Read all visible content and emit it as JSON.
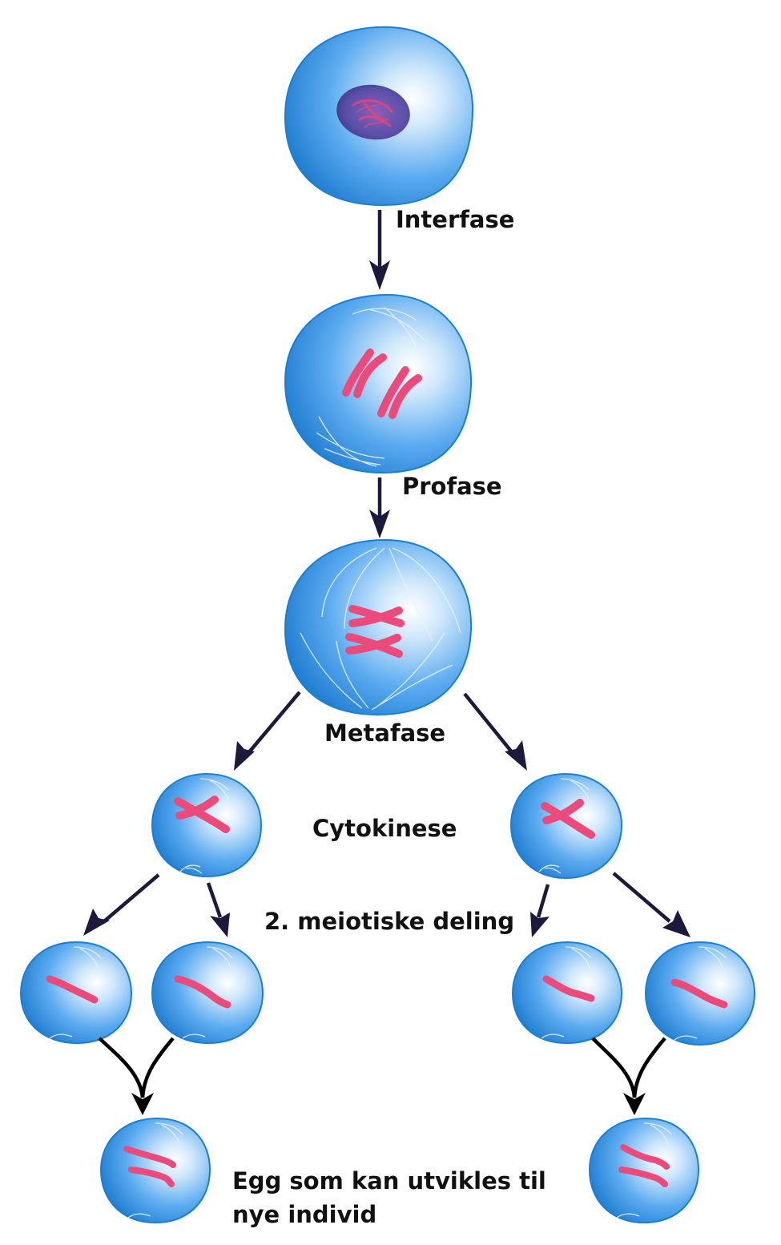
{
  "labels": {
    "interfase": "Interfase",
    "profase": "Profase",
    "metafase": "Metafase",
    "cytokinese": "Cytokinese",
    "meiotic2": "2. meiotiske deling",
    "egg_line1": "Egg som kan utvikles til",
    "egg_line2": "nye individ"
  },
  "colors": {
    "cell": "#3d9be6",
    "cell_highlight": "#ffffff",
    "chromosome": "#ec4a7a",
    "nucleus": "#5a4fa8",
    "arrow": "#1c1a3c",
    "merge_arrow": "#000000"
  }
}
